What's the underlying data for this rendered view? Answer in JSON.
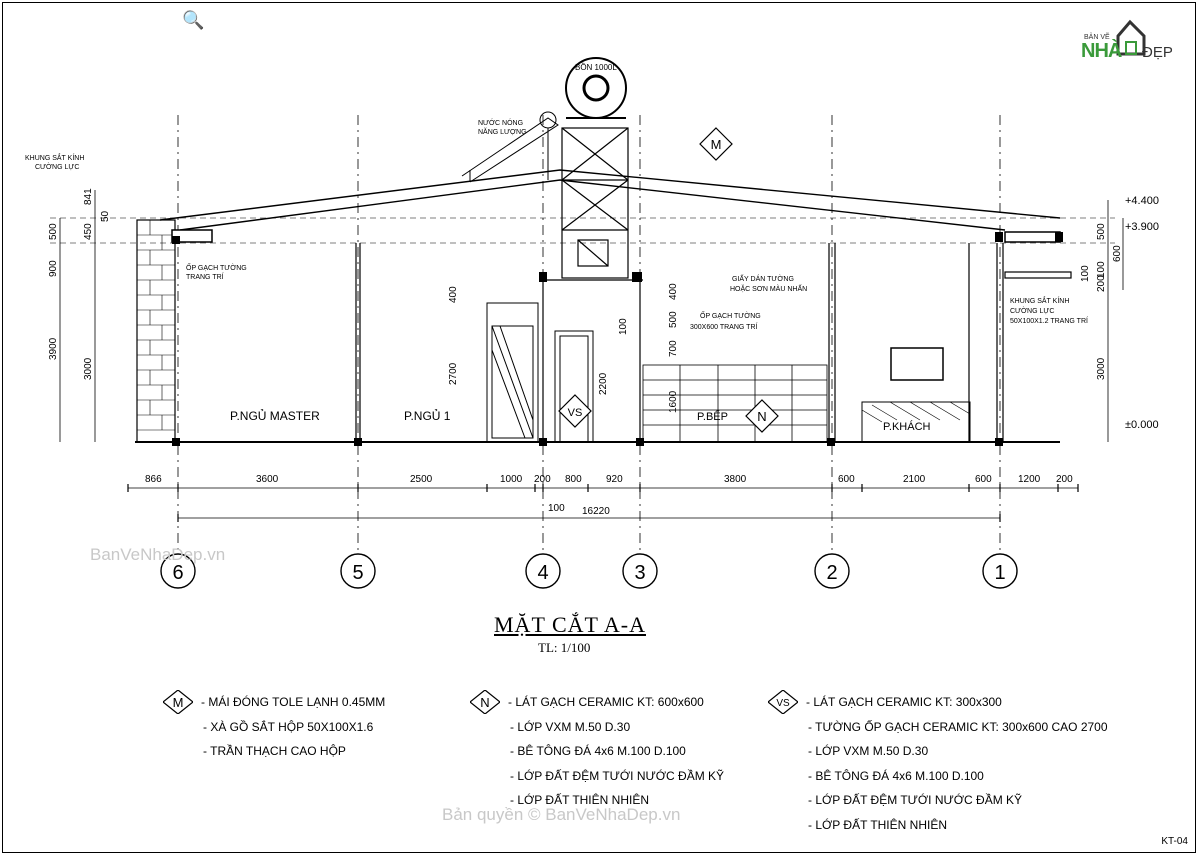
{
  "logo": {
    "small": "BẢN VẼ",
    "big": "NHÀ",
    "suffix": "ĐẸP"
  },
  "title": "MẶT CẮT A-A",
  "scale": "TL: 1/100",
  "sheet": "KT-04",
  "watermark_top": "BanVeNhaDep.vn",
  "watermark_bottom": "Bản quyền © BanVeNhaDep.vn",
  "icons": {
    "zoom": "magnifier-icon"
  },
  "rooms": {
    "master": "P.NGỦ MASTER",
    "bed1": "P.NGỦ 1",
    "kitchen": "P.BẾP",
    "living": "P.KHÁCH"
  },
  "annotations": {
    "tank": "BỒN 1000L",
    "solar_1": "NƯỚC NÓNG",
    "solar_2": "NĂNG LƯỢNG",
    "frame_left_1": "KHUNG SẮT KÍNH",
    "frame_left_2": "CƯỜNG LỰC",
    "tile_left_1": "ỐP GẠCH TƯỜNG",
    "tile_left_2": "TRANG TRÍ",
    "tile_mid_1": "ỐP GẠCH TƯỜNG",
    "tile_mid_2": "300X600 TRANG TRÍ",
    "wallpaper_1": "GIẤY DÁN TƯỜNG",
    "wallpaper_2": "HOẶC SƠN MÀU NHẤN",
    "frame_right_1": "KHUNG SẮT KÍNH",
    "frame_right_2": "CƯỜNG LỰC",
    "frame_right_3": "50X100X1.2 TRANG TRÍ"
  },
  "levels": {
    "l1": "+4.400",
    "l2": "+3.900",
    "l0": "±0.000"
  },
  "dims_bottom": [
    "866",
    "3600",
    "2500",
    "1000",
    "200",
    "800",
    "920",
    "3800",
    "600",
    "2100",
    "600",
    "1200",
    "200"
  ],
  "dim_100": "100",
  "dim_total": "16220",
  "dims_left_outer": [
    "500",
    "900",
    "3900"
  ],
  "dims_left_inner": [
    "841",
    "50",
    "450",
    "3000"
  ],
  "dims_right_inner": [
    "500",
    "100",
    "200",
    "3000"
  ],
  "dims_right_outer": [
    "600"
  ],
  "dims_mid_a": [
    "400",
    "2700"
  ],
  "dims_mid_b": [
    "100",
    "400",
    "500",
    "700",
    "1600",
    "2200",
    "100"
  ],
  "axes": [
    "6",
    "5",
    "4",
    "3",
    "2",
    "1"
  ],
  "tags": {
    "m": "M",
    "n": "N",
    "vs": "VS"
  },
  "legend": {
    "m": [
      "- MÁI ĐÓNG TOLE LẠNH 0.45MM",
      "- XÀ GỒ SẮT HỘP 50X100X1.6",
      "- TRẦN THẠCH CAO HỘP"
    ],
    "n": [
      "- LÁT GẠCH CERAMIC KT: 600x600",
      "- LỚP VXM M.50 D.30",
      "- BÊ TÔNG ĐÁ 4x6 M.100 D.100",
      "- LỚP ĐẤT ĐỆM TƯỚI NƯỚC ĐẦM KỸ",
      "- LỚP ĐẤT THIÊN NHIÊN"
    ],
    "vs": [
      "- LÁT GẠCH CERAMIC KT: 300x300",
      "- TƯỜNG ỐP GẠCH CERAMIC KT: 300x600 CAO 2700",
      "- LỚP VXM M.50 D.30",
      "- BÊ TÔNG ĐÁ 4x6 M.100 D.100",
      "- LỚP ĐẤT ĐỆM TƯỚI NƯỚC ĐẦM KỸ",
      "- LỚP ĐẤT THIÊN NHIÊN"
    ]
  }
}
